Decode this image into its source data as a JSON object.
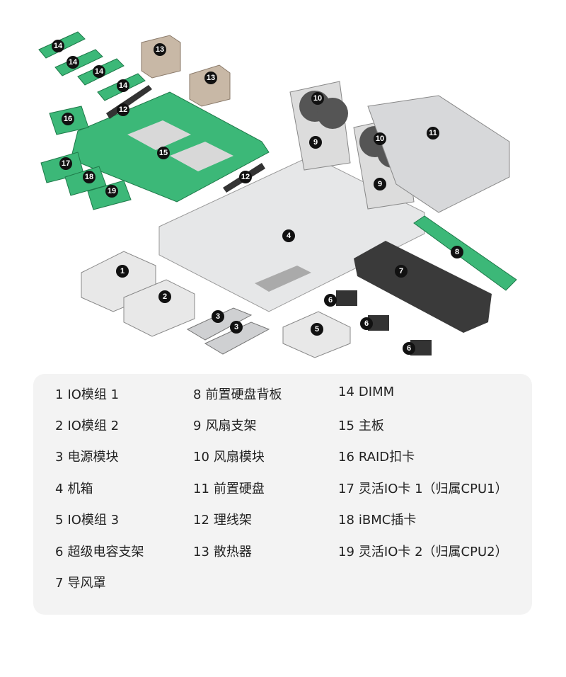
{
  "callouts": [
    "14",
    "14",
    "14",
    "14",
    "13",
    "13",
    "12",
    "12",
    "16",
    "15",
    "17",
    "18",
    "19",
    "10",
    "10",
    "9",
    "9",
    "11",
    "4",
    "8",
    "7",
    "1",
    "2",
    "3",
    "3",
    "6",
    "6",
    "6",
    "5"
  ],
  "legend": [
    {
      "number": "1",
      "label": "IO模组 1"
    },
    {
      "number": "2",
      "label": "IO模组 2"
    },
    {
      "number": "3",
      "label": "电源模块"
    },
    {
      "number": "4",
      "label": "机箱"
    },
    {
      "number": "5",
      "label": "IO模组 3"
    },
    {
      "number": "6",
      "label": "超级电容支架"
    },
    {
      "number": "7",
      "label": "导风罩"
    },
    {
      "number": "8",
      "label": "前置硬盘背板"
    },
    {
      "number": "9",
      "label": "风扇支架"
    },
    {
      "number": "10",
      "label": "风扇模块"
    },
    {
      "number": "11",
      "label": "前置硬盘"
    },
    {
      "number": "12",
      "label": "理线架"
    },
    {
      "number": "13",
      "label": "散热器"
    },
    {
      "number": "14",
      "label": "DIMM"
    },
    {
      "number": "15",
      "label": "主板"
    },
    {
      "number": "16",
      "label": "RAID扣卡"
    },
    {
      "number": "17",
      "label": "灵活IO卡 1（归属CPU1）"
    },
    {
      "number": "18",
      "label": "iBMC插卡"
    },
    {
      "number": "19",
      "label": "灵活IO卡 2（归属CPU2）"
    }
  ],
  "colors": {
    "board": "#3cb878",
    "chassis": "#d9dadb",
    "dark": "#3a3a3a",
    "legend_bg": "#f3f3f3"
  }
}
